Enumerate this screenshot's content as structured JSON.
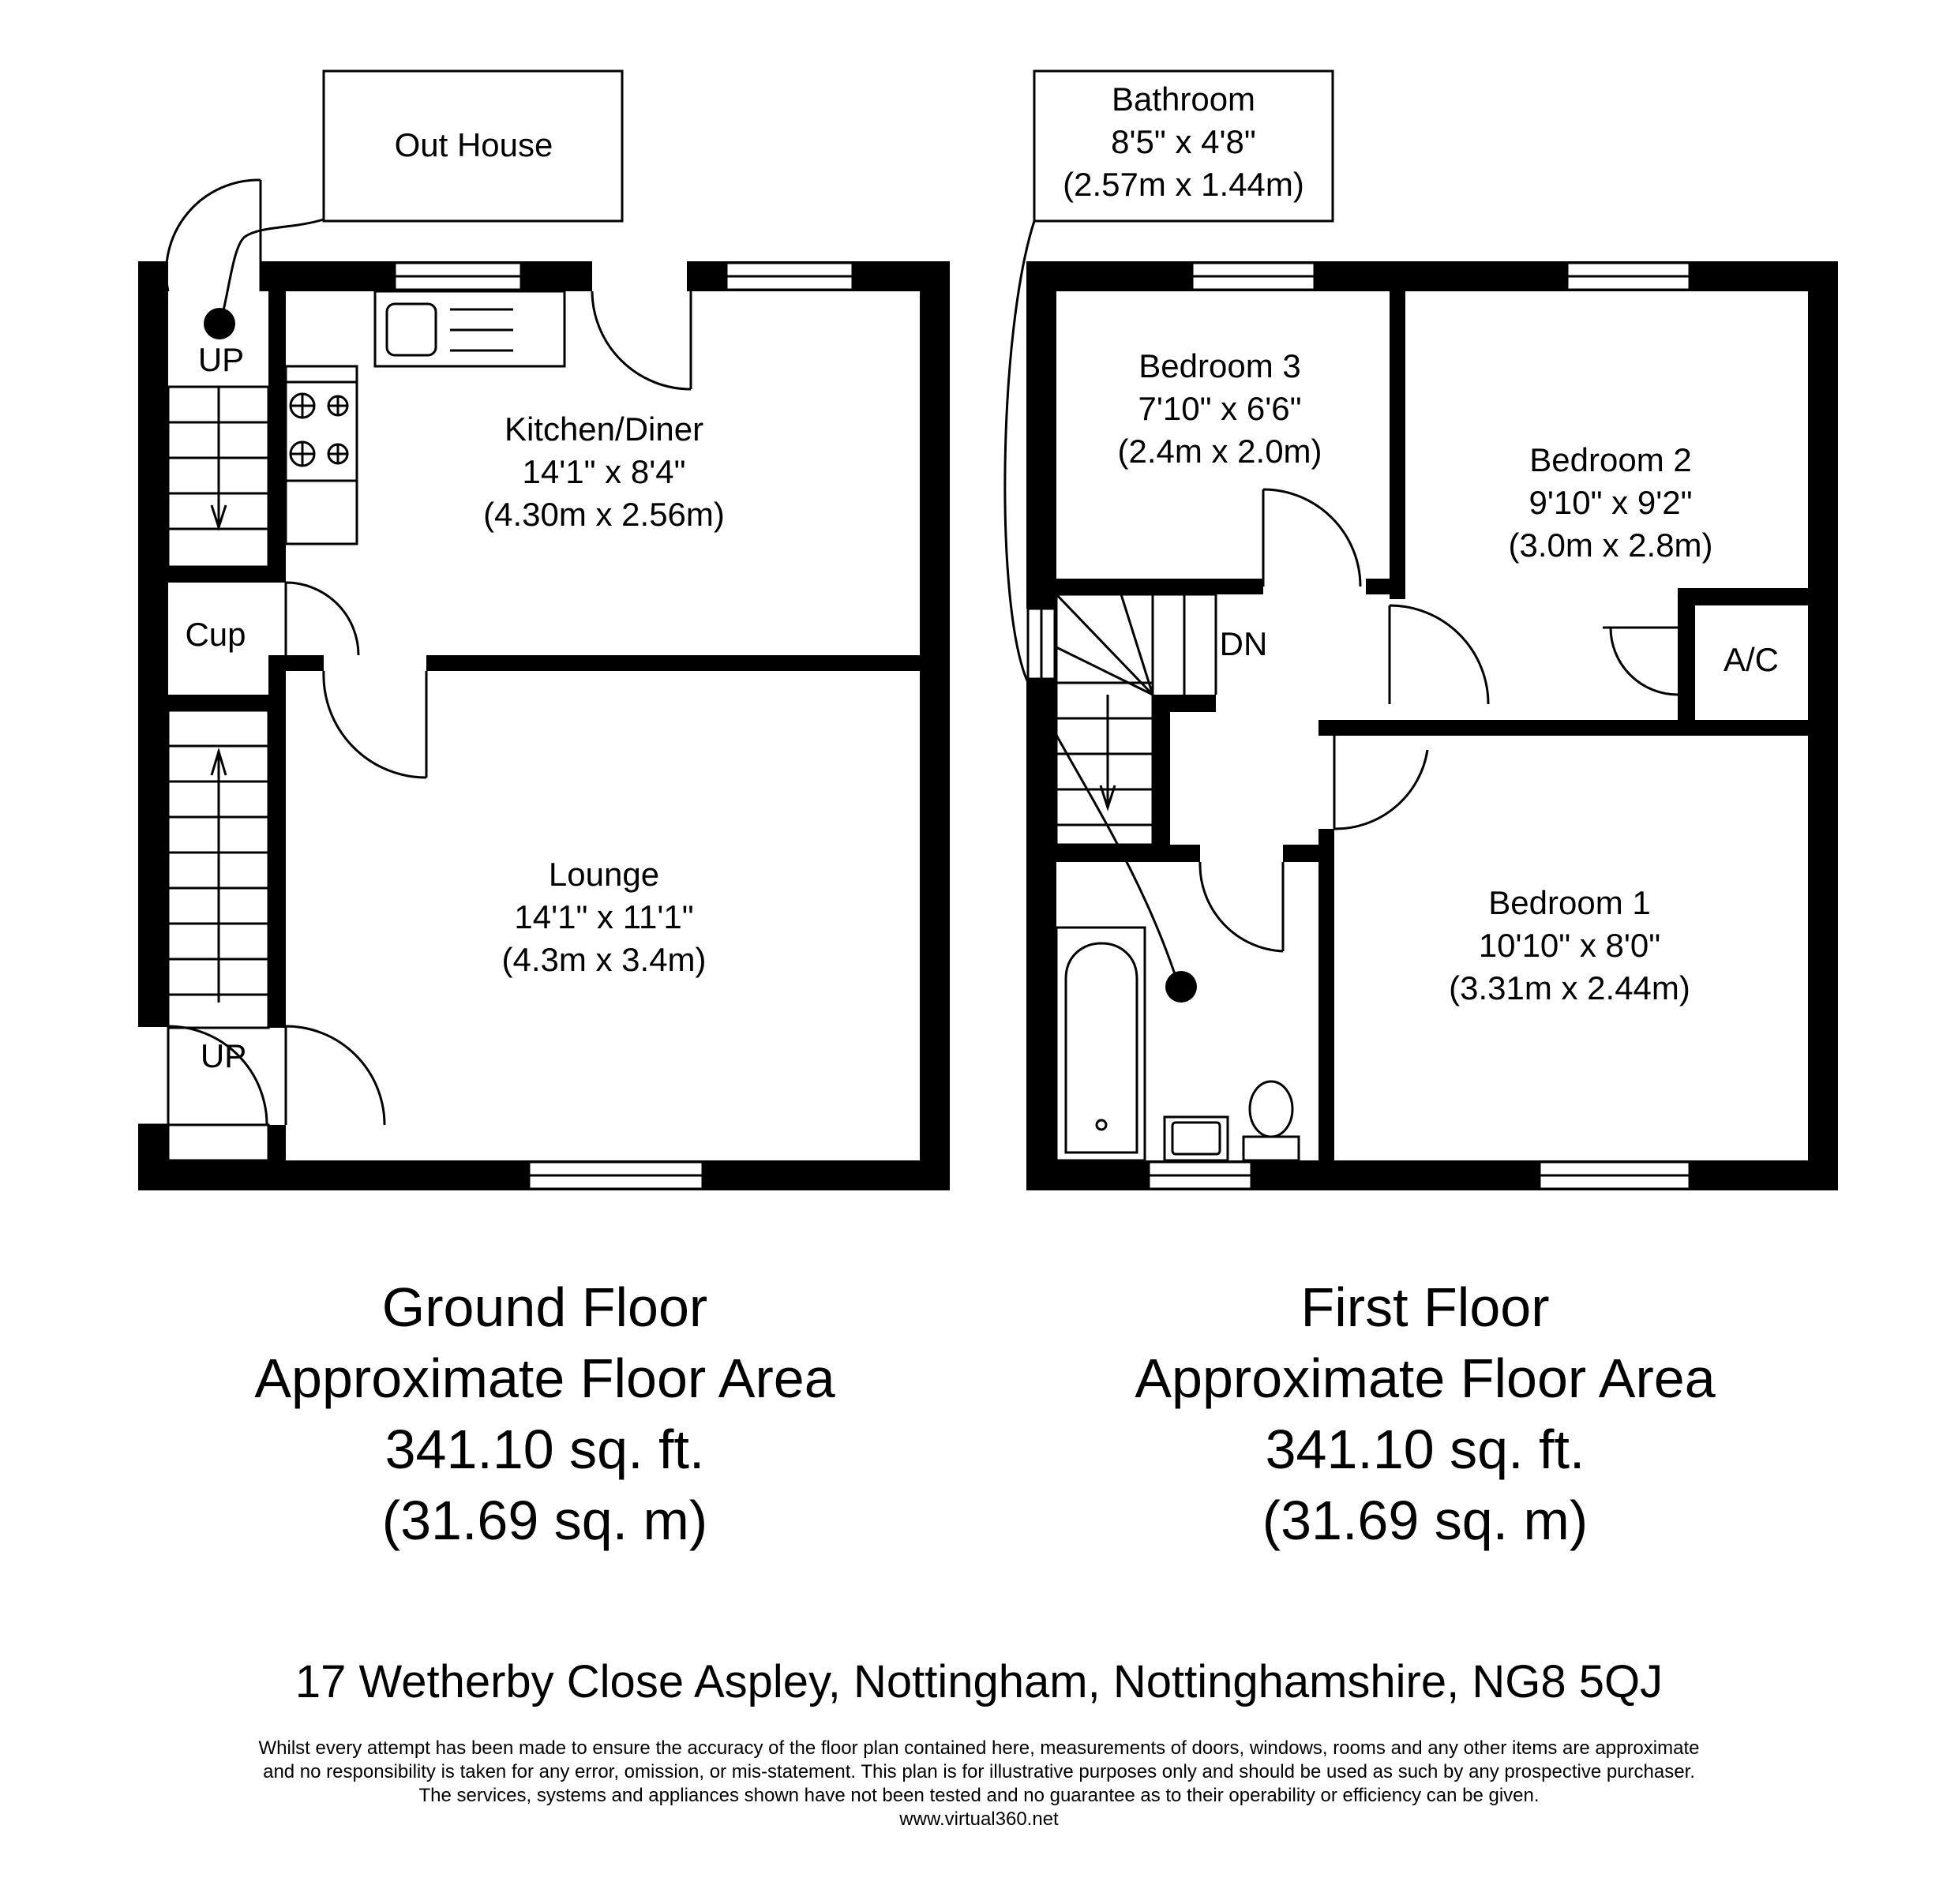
{
  "ground_floor": {
    "rooms": {
      "out_house": {
        "name": "Out House"
      },
      "kitchen": {
        "name": "Kitchen/Diner",
        "imperial": "14'1\" x 8'4\"",
        "metric": "(4.30m x 2.56m)"
      },
      "lounge": {
        "name": "Lounge",
        "imperial": "14'1\" x 11'1\"",
        "metric": "(4.3m x 3.4m)"
      },
      "cupboard": {
        "name": "Cup"
      }
    },
    "stair_labels": {
      "top": "UP",
      "bottom": "UP"
    },
    "caption": {
      "floor": "Ground Floor",
      "area_label": "Approximate Floor Area",
      "area_sqft": "341.10 sq. ft.",
      "area_sqm": "(31.69 sq. m)"
    }
  },
  "first_floor": {
    "rooms": {
      "bathroom": {
        "name": "Bathroom",
        "imperial": "8'5\" x 4'8\"",
        "metric": "(2.57m x 1.44m)"
      },
      "bedroom3": {
        "name": "Bedroom 3",
        "imperial": "7'10\" x 6'6\"",
        "metric": "(2.4m x 2.0m)"
      },
      "bedroom2": {
        "name": "Bedroom 2",
        "imperial": "9'10\" x 9'2\"",
        "metric": "(3.0m x 2.8m)"
      },
      "bedroom1": {
        "name": "Bedroom 1",
        "imperial": "10'10\" x 8'0\"",
        "metric": "(3.31m x 2.44m)"
      },
      "airing_cupboard": {
        "name": "A/C"
      }
    },
    "stair_label": "DN",
    "caption": {
      "floor": "First Floor",
      "area_label": "Approximate Floor Area",
      "area_sqft": "341.10 sq. ft.",
      "area_sqm": "(31.69 sq. m)"
    }
  },
  "address": "17 Wetherby Close Aspley, Nottingham, Nottinghamshire, NG8 5QJ",
  "disclaimer": {
    "line1": "Whilst every attempt has been made to ensure the accuracy of the floor plan contained here, measurements of doors, windows, rooms and any other items are approximate",
    "line2": "and no responsibility is taken for any error, omission, or mis-statement. This plan is for illustrative purposes only and should be used as such by any prospective purchaser.",
    "line3": "The services, systems and appliances shown have not been tested and no guarantee as to their operability or efficiency can be given.",
    "website": "www.virtual360.net"
  }
}
